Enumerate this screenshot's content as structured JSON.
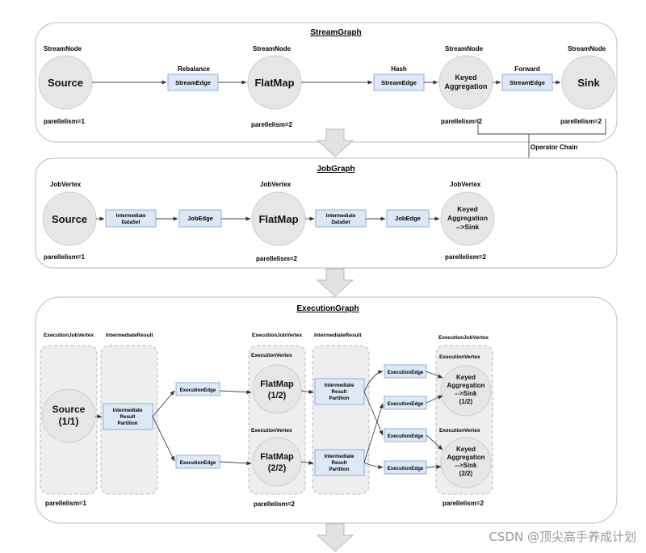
{
  "stream_graph": {
    "title": "StreamGraph",
    "node_type_label": "StreamNode",
    "source": "Source",
    "flatmap": "FlatMap",
    "keyed_line1": "Keyed",
    "keyed_line2": "Aggregation",
    "sink": "Sink",
    "edge_label": "StreamEdge",
    "partitioner_rebalance": "Rebalance",
    "partitioner_hash": "Hash",
    "partitioner_forward": "Forward",
    "p_source": "parellelism=1",
    "p_flatmap": "parellelism=2",
    "p_keyed": "parellelism=2",
    "p_sink": "parellelism=2"
  },
  "operator_chain_label": "Operator Chain",
  "job_graph": {
    "title": "JobGraph",
    "vertex_label": "JobVertex",
    "source": "Source",
    "flatmap": "FlatMap",
    "keyed_line1": "Keyed",
    "keyed_line2": "Aggregation",
    "keyed_line3": "-->Sink",
    "dataset_line1": "Intermediate",
    "dataset_line2": "DataSet",
    "edge_label": "JobEdge",
    "p_source": "parellelism=1",
    "p_flatmap": "parellelism=2",
    "p_keyed": "parellelism=2"
  },
  "execution_graph": {
    "title": "ExecutionGraph",
    "job_vertex_label": "ExecutionJobVertex",
    "intermediate_result_label": "IntermediateResult",
    "execution_vertex_label": "ExecutionVertex",
    "source_line1": "Source",
    "source_line2": "(1/1)",
    "flatmap_line1": "FlatMap",
    "flatmap1_line2": "(1/2)",
    "flatmap2_line2": "(2/2)",
    "keyed_line1": "Keyed",
    "keyed_line2": "Aggregation",
    "keyed_line3": "-->Sink",
    "keyed1_line4": "(1/2)",
    "keyed2_line4": "(2/2)",
    "partition_line1": "Intermediate",
    "partition_line2": "Result",
    "partition_line3": "Partition",
    "edge_label": "ExecutionEdge",
    "p_source": "parellelism=1",
    "p_flatmap": "parellelism=2",
    "p_keyed": "parellelism=2"
  },
  "watermark": "CSDN @顶尖高手养成计划"
}
